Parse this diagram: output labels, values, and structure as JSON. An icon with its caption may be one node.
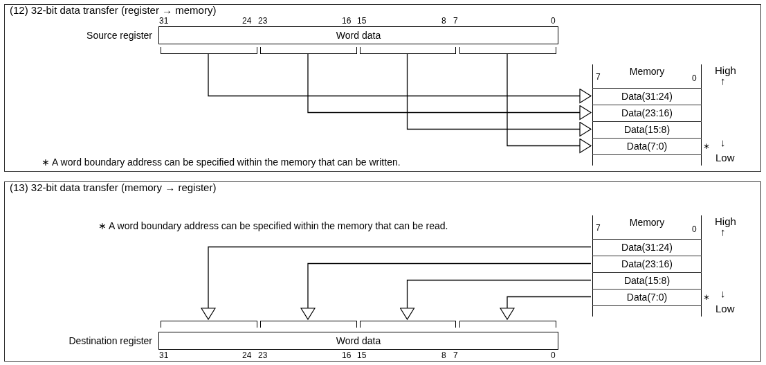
{
  "diagram": {
    "nodes": [
      {
        "text": [
          "(12) 32-bit data transfer (register → memory)"
        ]
      },
      {
        "text": [
          "Word data"
        ],
        "beside": [
          "Source register"
        ],
        "in": 0
      },
      {
        "text": [],
        "shape": "bracket",
        "in": 0
      },
      {
        "text": [],
        "shape": "bracket",
        "in": 0
      },
      {
        "text": [],
        "shape": "bracket",
        "in": 0
      },
      {
        "text": [],
        "shape": "bracket",
        "in": 0
      },
      {
        "text": [
          "Memory"
        ],
        "in": 0
      },
      {
        "text": [
          "Data(31:24)"
        ],
        "in": 6
      },
      {
        "text": [
          "Data(23:16)"
        ],
        "in": 6
      },
      {
        "text": [
          "Data(15:8)"
        ],
        "in": 6
      },
      {
        "text": [
          "Data(7:0)"
        ],
        "in": 6
      },
      {
        "text": [
          "(13) 32-bit data transfer (memory → register)"
        ]
      },
      {
        "text": [
          "Memory"
        ],
        "in": 11
      },
      {
        "text": [
          "Data(31:24)"
        ],
        "in": 12
      },
      {
        "text": [
          "Data(23:16)"
        ],
        "in": 12
      },
      {
        "text": [
          "Data(15:8)"
        ],
        "in": 12
      },
      {
        "text": [
          "Data(7:0)"
        ],
        "in": 12
      },
      {
        "text": [],
        "shape": "bracket",
        "in": 11
      },
      {
        "text": [],
        "shape": "bracket",
        "in": 11
      },
      {
        "text": [],
        "shape": "bracket",
        "in": 11
      },
      {
        "text": [],
        "shape": "bracket",
        "in": 11
      },
      {
        "text": [
          "Word data"
        ],
        "beside": [
          "Destination register"
        ],
        "in": 11
      }
    ],
    "edges": [
      {
        "from": 2,
        "to": 7,
        "arrow": "to"
      },
      {
        "from": 3,
        "to": 8,
        "arrow": "to"
      },
      {
        "from": 4,
        "to": 9,
        "arrow": "to"
      },
      {
        "from": 5,
        "to": 10,
        "arrow": "to"
      },
      {
        "from": 13,
        "to": 17,
        "arrow": "to"
      },
      {
        "from": 14,
        "to": 18,
        "arrow": "to"
      },
      {
        "from": 15,
        "to": 19,
        "arrow": "to"
      },
      {
        "from": 16,
        "to": 20,
        "arrow": "to"
      }
    ],
    "labels": [
      "31",
      "24",
      "23",
      "16",
      "15",
      "8",
      "7",
      "0",
      "7",
      "0",
      "High",
      "↑",
      "∗",
      "↓",
      "Low",
      "∗ A word boundary address can be specified within the memory that can be written.",
      "∗ A word boundary address can be specified within the memory that can be read.",
      "7",
      "0",
      "High",
      "↑",
      "∗",
      "↓",
      "Low",
      "31",
      "24",
      "23",
      "16",
      "15",
      "8",
      "7",
      "0"
    ]
  }
}
